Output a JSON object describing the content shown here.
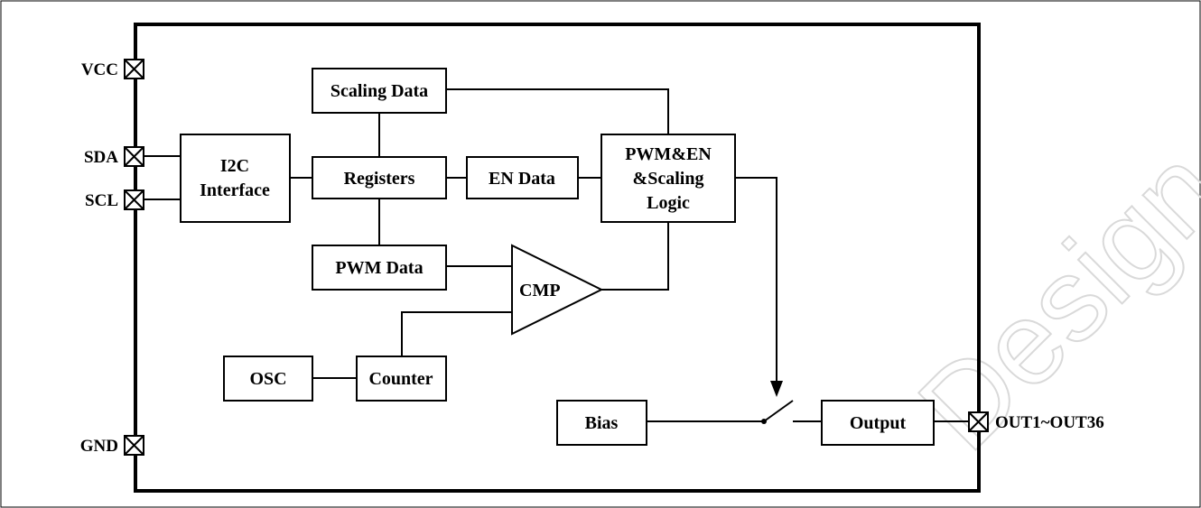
{
  "pins": {
    "vcc": "VCC",
    "sda": "SDA",
    "scl": "SCL",
    "gnd": "GND",
    "out": "OUT1~OUT36"
  },
  "blocks": {
    "scaling_data": "Scaling Data",
    "i2c_line1": "I2C",
    "i2c_line2": "Interface",
    "registers": "Registers",
    "en_data": "EN Data",
    "logic_line1": "PWM&EN",
    "logic_line2": "&Scaling",
    "logic_line3": "Logic",
    "pwm_data": "PWM Data",
    "cmp": "CMP",
    "osc": "OSC",
    "counter": "Counter",
    "bias": "Bias",
    "output": "Output"
  },
  "watermark": "Design",
  "colors": {
    "line": "#000000",
    "background": "#ffffff",
    "watermark": "#d9d9d9"
  }
}
